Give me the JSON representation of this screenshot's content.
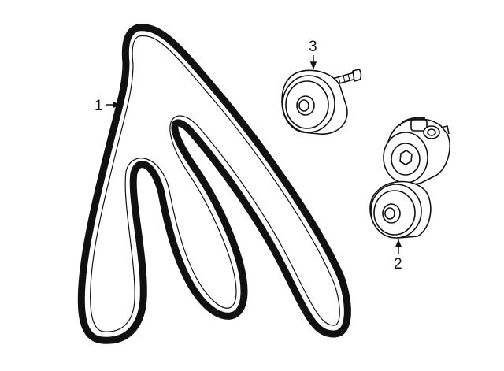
{
  "callouts": [
    {
      "id": "1",
      "label": "1"
    },
    {
      "id": "2",
      "label": "2"
    },
    {
      "id": "3",
      "label": "3"
    }
  ],
  "colors": {
    "line": "#111111",
    "fill": "#ffffff"
  }
}
